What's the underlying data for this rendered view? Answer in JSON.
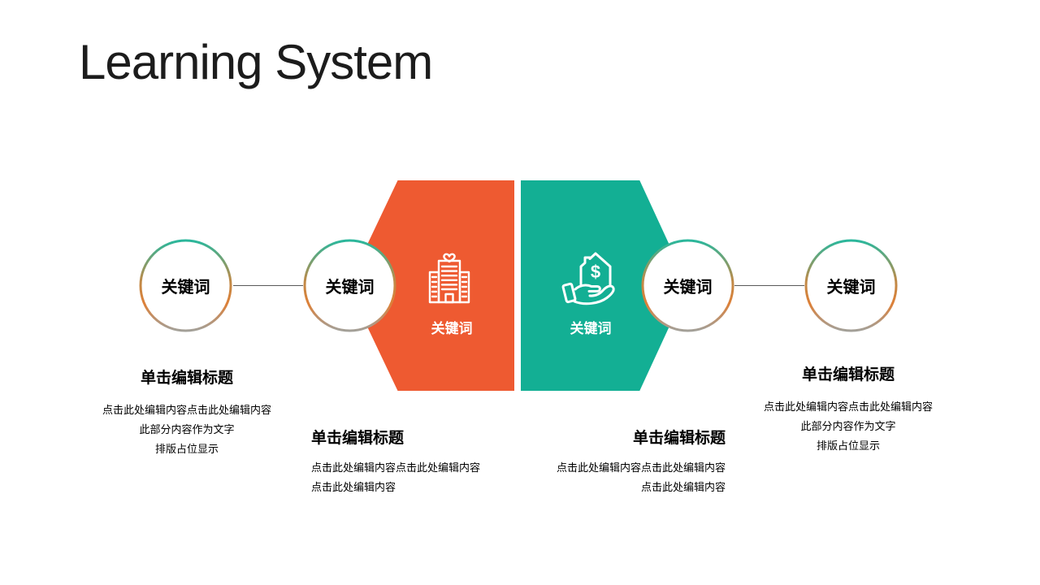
{
  "title": "Learning System",
  "hexagons": [
    {
      "label": "关键词",
      "icon": "hospital-building-icon"
    },
    {
      "label": "关键词",
      "icon": "hand-holding-house-dollar-icon"
    }
  ],
  "circles": [
    {
      "label": "关键词"
    },
    {
      "label": "关键词"
    },
    {
      "label": "关键词"
    },
    {
      "label": "关键词"
    }
  ],
  "blocks": [
    {
      "heading": "单击编辑标题",
      "align": "center",
      "lines": [
        "点击此处编辑内容点击此处编辑内容",
        "此部分内容作为文字",
        "排版占位显示"
      ]
    },
    {
      "heading": "单击编辑标题",
      "align": "left",
      "lines": [
        "点击此处编辑内容点击此处编辑内容",
        "点击此处编辑内容"
      ]
    },
    {
      "heading": "单击编辑标题",
      "align": "right",
      "lines": [
        "点击此处编辑内容点击此处编辑内容",
        "点击此处编辑内容"
      ]
    },
    {
      "heading": "单击编辑标题",
      "align": "center",
      "lines": [
        "点击此处编辑内容点击此处编辑内容",
        "此部分内容作为文字",
        "排版占位显示"
      ]
    }
  ],
  "icons": {
    "dollar_glyph": "$"
  },
  "colors": {
    "orange": "#EE5A31",
    "teal": "#13AF94",
    "connector": "#595959",
    "ring_top": "#2BB79C",
    "ring_mid": "#C08A48",
    "ring_accent": "#DD8038",
    "ring_bottom": "#A3A099",
    "title_text": "#1C1C1C",
    "body_text": "#000000"
  }
}
